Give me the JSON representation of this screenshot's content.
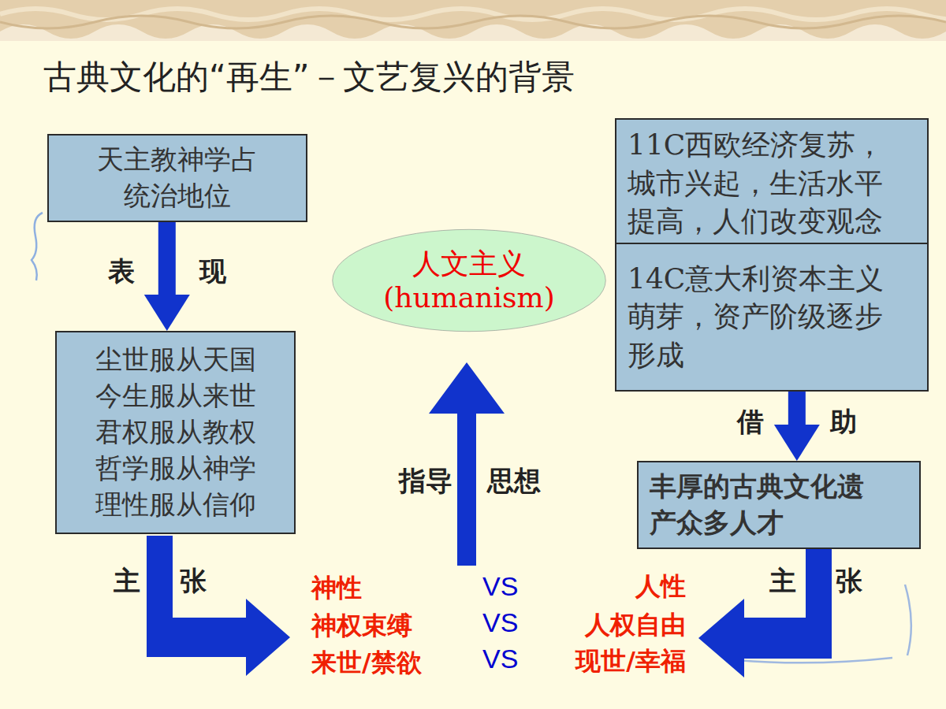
{
  "diagram": {
    "title": "古典文化的“再生”－文艺复兴的背景",
    "nodes": [
      {
        "text": [
          "天主教神学占统治地位"
        ]
      },
      {
        "text": [
          "尘世服从天国 今生服从来世 君权服从教权 哲学服从神学 理性服从信仰"
        ]
      },
      {
        "text": [
          "人文主义",
          "(humanism)"
        ]
      },
      {
        "text": [
          "11C西欧经济复苏，城市兴起，生活水平提高，人们改变观念"
        ]
      },
      {
        "text": [
          "14C意大利资本主义萌芽，资产阶级逐步形成"
        ]
      },
      {
        "text": [
          "丰厚的古典文化遗产众多人才"
        ]
      }
    ],
    "edges": [
      {
        "from": 0,
        "to": 1,
        "arrow": "to",
        "label": "表现"
      },
      {
        "from": 4,
        "to": 5,
        "arrow": "to",
        "label": "借助"
      }
    ],
    "labels": [
      "主张",
      "指导思想",
      "主张",
      "神性",
      "神权束缚",
      "来世/禁欲",
      "VS",
      "VS",
      "VS",
      "人性",
      "人权自由",
      "现世/幸福"
    ]
  }
}
